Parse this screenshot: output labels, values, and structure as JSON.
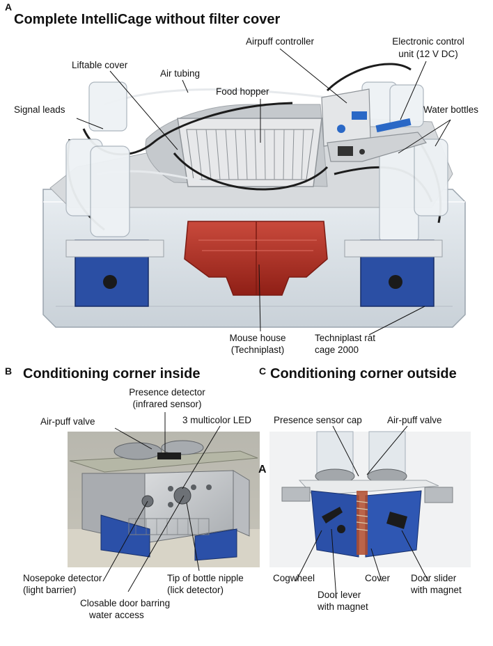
{
  "panel_a": {
    "letter": "A",
    "title": "Complete IntelliCage without filter cover",
    "labels": {
      "airpuff_controller": "Airpuff controller",
      "ecu_line1": "Electronic control",
      "ecu_line2": "unit (12 V DC)",
      "liftable_cover": "Liftable cover",
      "air_tubing": "Air tubing",
      "food_hopper": "Food hopper",
      "signal_leads": "Signal leads",
      "water_bottles": "Water bottles",
      "mouse_house_line1": "Mouse house",
      "mouse_house_line2": "(Techniplast)",
      "rat_cage_line1": "Techniplast rat",
      "rat_cage_line2": "cage 2000"
    }
  },
  "panel_b": {
    "letter": "B",
    "title": "Conditioning corner inside",
    "labels": {
      "presence_line1": "Presence detector",
      "presence_line2": "(infrared sensor)",
      "air_puff_valve": "Air-puff valve",
      "led": "3 multicolor LED",
      "nosepoke_line1": "Nosepoke detector",
      "nosepoke_line2": "(light barrier)",
      "tip_line1": "Tip of bottle nipple",
      "tip_line2": "(lick detector)",
      "door_line1": "Closable door barring",
      "door_line2": "water access"
    }
  },
  "panel_c": {
    "letter": "C",
    "title": "Conditioning corner outside",
    "labels": {
      "presence_cap": "Presence sensor cap",
      "air_puff_valve": "Air-puff valve",
      "cogwheel": "Cogwheel",
      "cover": "Cover",
      "door_slider_line1": "Door slider",
      "door_slider_line2": "with magnet",
      "door_lever_line1": "Door lever",
      "door_lever_line2": "with magnet"
    }
  },
  "marker": "A"
}
